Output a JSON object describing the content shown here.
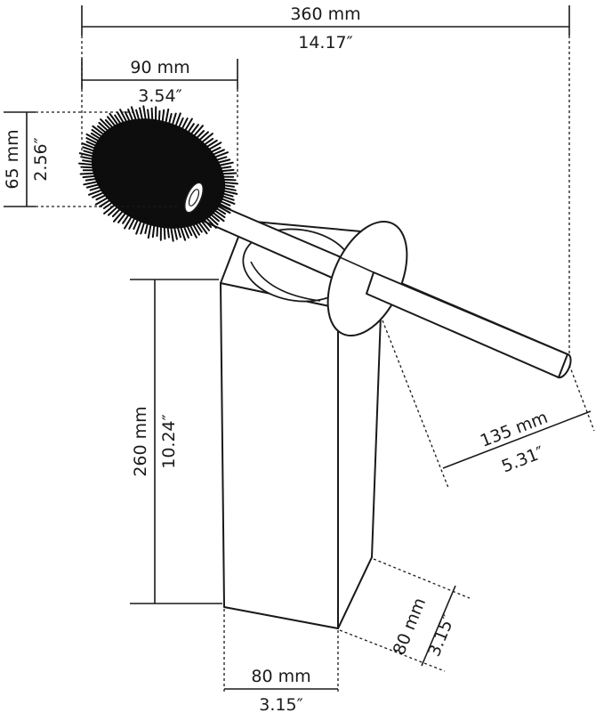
{
  "dimensions": {
    "overall_length": {
      "mm": "360 mm",
      "inch": "14.17″"
    },
    "brush_length": {
      "mm": "90 mm",
      "inch": "3.54″"
    },
    "brush_diameter": {
      "mm": "65 mm",
      "inch": "2.56″"
    },
    "holder_height": {
      "mm": "260 mm",
      "inch": "10.24″"
    },
    "handle_length": {
      "mm": "135 mm",
      "inch": "5.31″"
    },
    "holder_width": {
      "mm": "80 mm",
      "inch": "3.15″"
    },
    "holder_depth": {
      "mm": "80 mm",
      "inch": "3.15″"
    }
  }
}
